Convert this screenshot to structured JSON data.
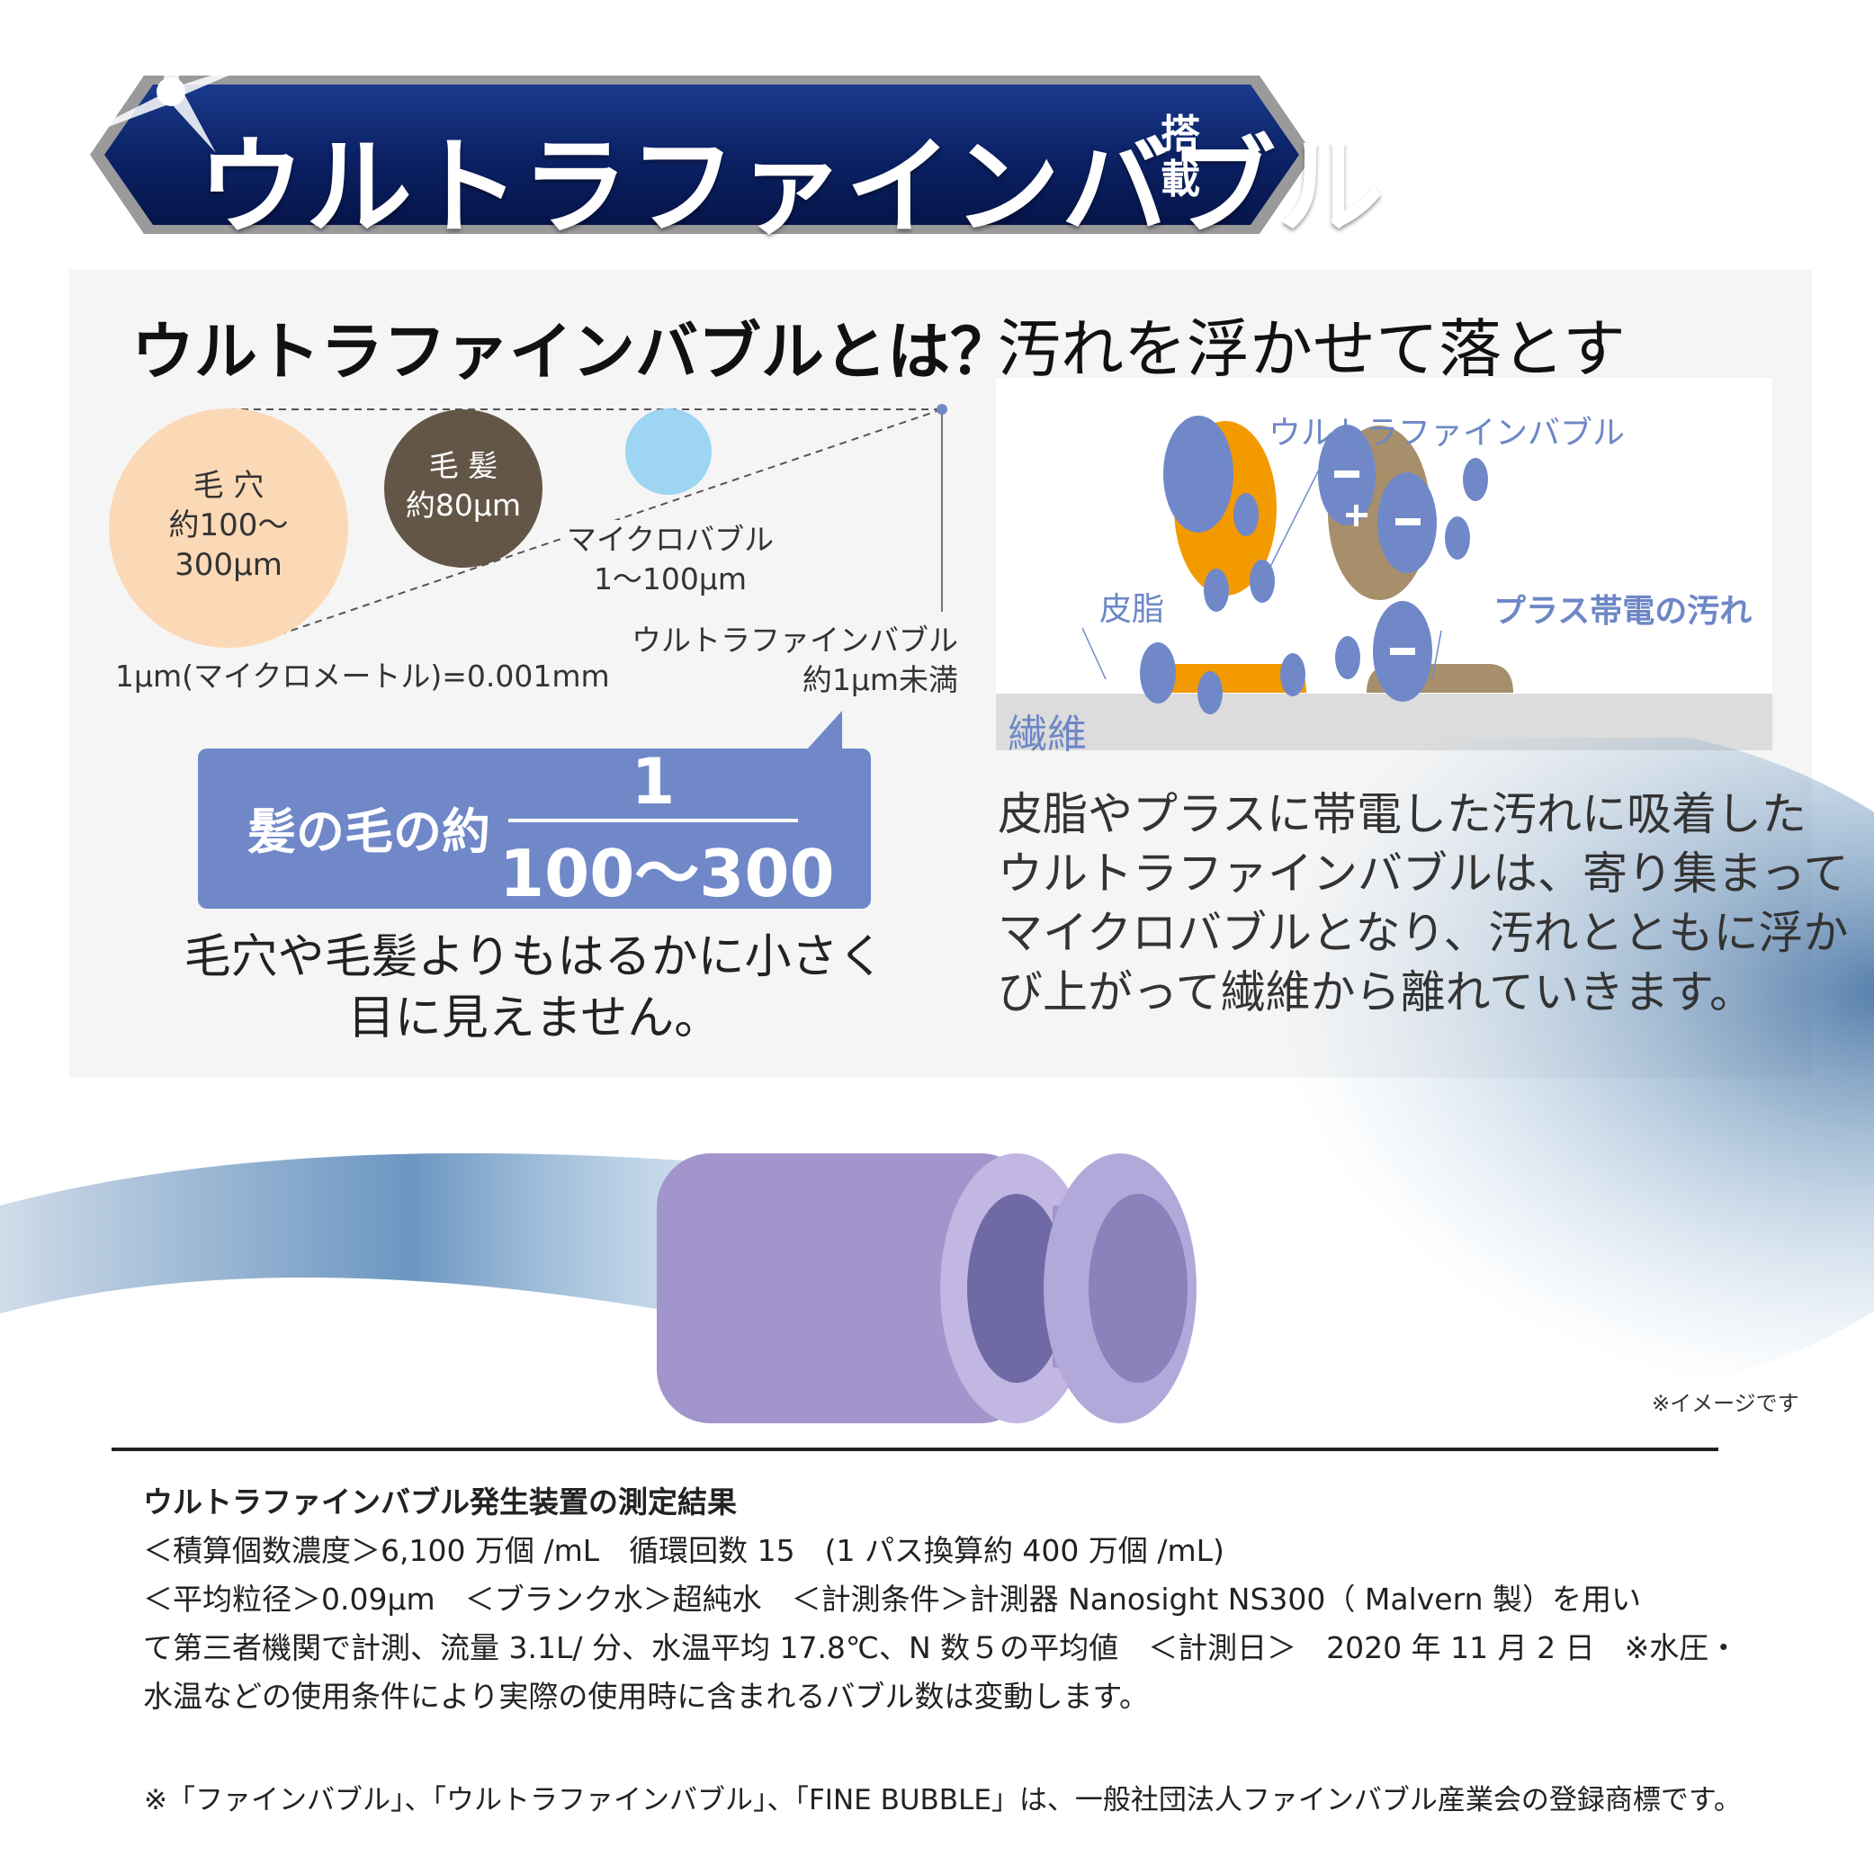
{
  "banner": {
    "title": "ウルトラファインバブル",
    "badge": "搭載"
  },
  "left": {
    "title": "ウルトラファインバブルとは？",
    "pore": {
      "name": "毛 穴",
      "size": "約100〜",
      "size2": "300μm"
    },
    "hair": {
      "name": "毛 髪",
      "size": "約80μm"
    },
    "micro": {
      "name": "マイクロバブル",
      "size": "1〜100μm"
    },
    "ultra": {
      "name": "ウルトラファインバブル",
      "size": "約1μm未満"
    },
    "unit_note": "1μm(マイクロメートル)=0.001mm",
    "callout": {
      "prefix": "髪の毛の約",
      "numerator": "1",
      "denominator": "100〜300"
    },
    "caption": [
      "毛穴や毛髪よりもはるかに小さく",
      "目に見えません。"
    ]
  },
  "right": {
    "title": "汚れを浮かせて落とす",
    "diagram": {
      "ufb_label": "ウルトラファインバブル",
      "sebum_label": "皮脂",
      "plus_dirt_label": "プラス帯電の汚れ",
      "fiber_label": "繊維",
      "plus": "+",
      "minus": "−"
    },
    "paragraph": [
      "皮脂やプラスに帯電した汚れに吸着した",
      "ウルトラファインバブルは、寄り集まって",
      "マイクロバブルとなり、汚れとともに浮か",
      "び上がって繊維から離れていきます。"
    ],
    "colors": {
      "bubble": "#7088c8",
      "sebum": "#f29a00",
      "dirt": "#a88f6c",
      "fiber": "#dcdcdc"
    }
  },
  "image_note": "※イメージです",
  "results": {
    "heading": "ウルトラファインバブル発生装置の測定結果",
    "lines": [
      "＜積算個数濃度＞6,100 万個 /mL　循環回数 15　(1 パス換算約 400 万個 /mL)",
      "＜平均粒径＞0.09μm　＜ブランク水＞超純水　＜計測条件＞計測器 Nanosight NS300（ Malvern 製）を用い",
      "て第三者機関で計測、流量 3.1L/ 分、水温平均 17.8℃、N 数５の平均値　＜計測日＞　2020 年 11 月 2 日　※水圧・",
      "水温などの使用条件により実際の使用時に含まれるバブル数は変動します。"
    ]
  },
  "trademark": "※「ファインバブル」、「ウルトラファインバブル」、「FINE BUBBLE」は、一般社団法人ファインバブル産業会の登録商標です。"
}
